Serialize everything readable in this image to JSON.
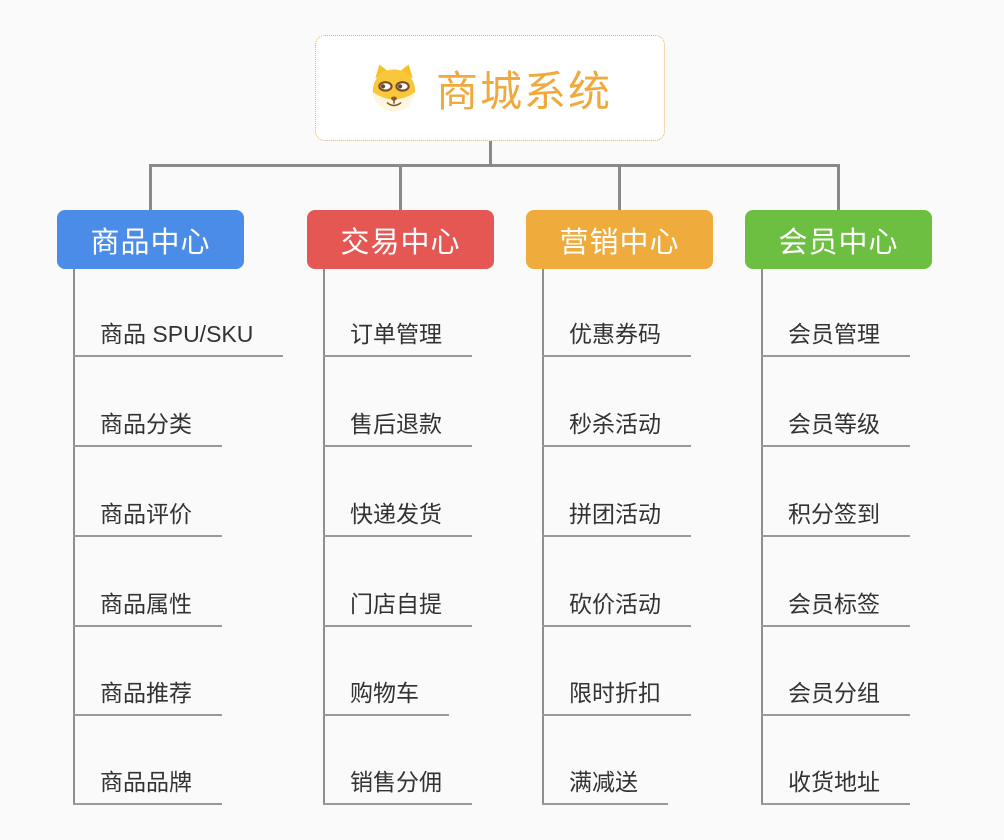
{
  "root": {
    "title": "商城系统",
    "icon": "shiba-dog-icon",
    "accent_color": "#f0a93c",
    "border_color": "#f2b04a"
  },
  "connector_color": "#8a8a8a",
  "background_color": "#fafafa",
  "branches": [
    {
      "label": "商品中心",
      "color": "#4a8ce8",
      "items": [
        "商品 SPU/SKU",
        "商品分类",
        "商品评价",
        "商品属性",
        "商品推荐",
        "商品品牌"
      ]
    },
    {
      "label": "交易中心",
      "color": "#e45753",
      "items": [
        "订单管理",
        "售后退款",
        "快递发货",
        "门店自提",
        "购物车",
        "销售分佣"
      ]
    },
    {
      "label": "营销中心",
      "color": "#efac3c",
      "items": [
        "优惠券码",
        "秒杀活动",
        "拼团活动",
        "砍价活动",
        "限时折扣",
        "满减送"
      ]
    },
    {
      "label": "会员中心",
      "color": "#6cbf40",
      "items": [
        "会员管理",
        "会员等级",
        "积分签到",
        "会员标签",
        "会员分组",
        "收货地址"
      ]
    }
  ]
}
